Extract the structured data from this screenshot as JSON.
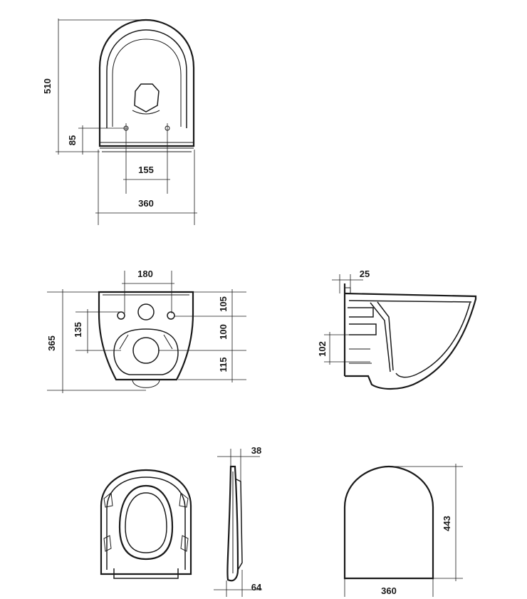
{
  "dimensions": {
    "top_view": {
      "height": "510",
      "bolt_offset": "85",
      "bolt_spacing": "155",
      "width": "360"
    },
    "front_view": {
      "height": "365",
      "inlet_spacing": "180",
      "side_offset": "135",
      "upper": "105",
      "middle": "100",
      "lower": "115"
    },
    "side_view": {
      "wall_gap": "25",
      "outlet_height": "102"
    },
    "seat_side": {
      "thickness_top": "38",
      "thickness_bottom": "64"
    },
    "lid": {
      "height": "443",
      "width": "360"
    }
  },
  "colors": {
    "line": "#1a1a1a",
    "background": "#ffffff"
  }
}
